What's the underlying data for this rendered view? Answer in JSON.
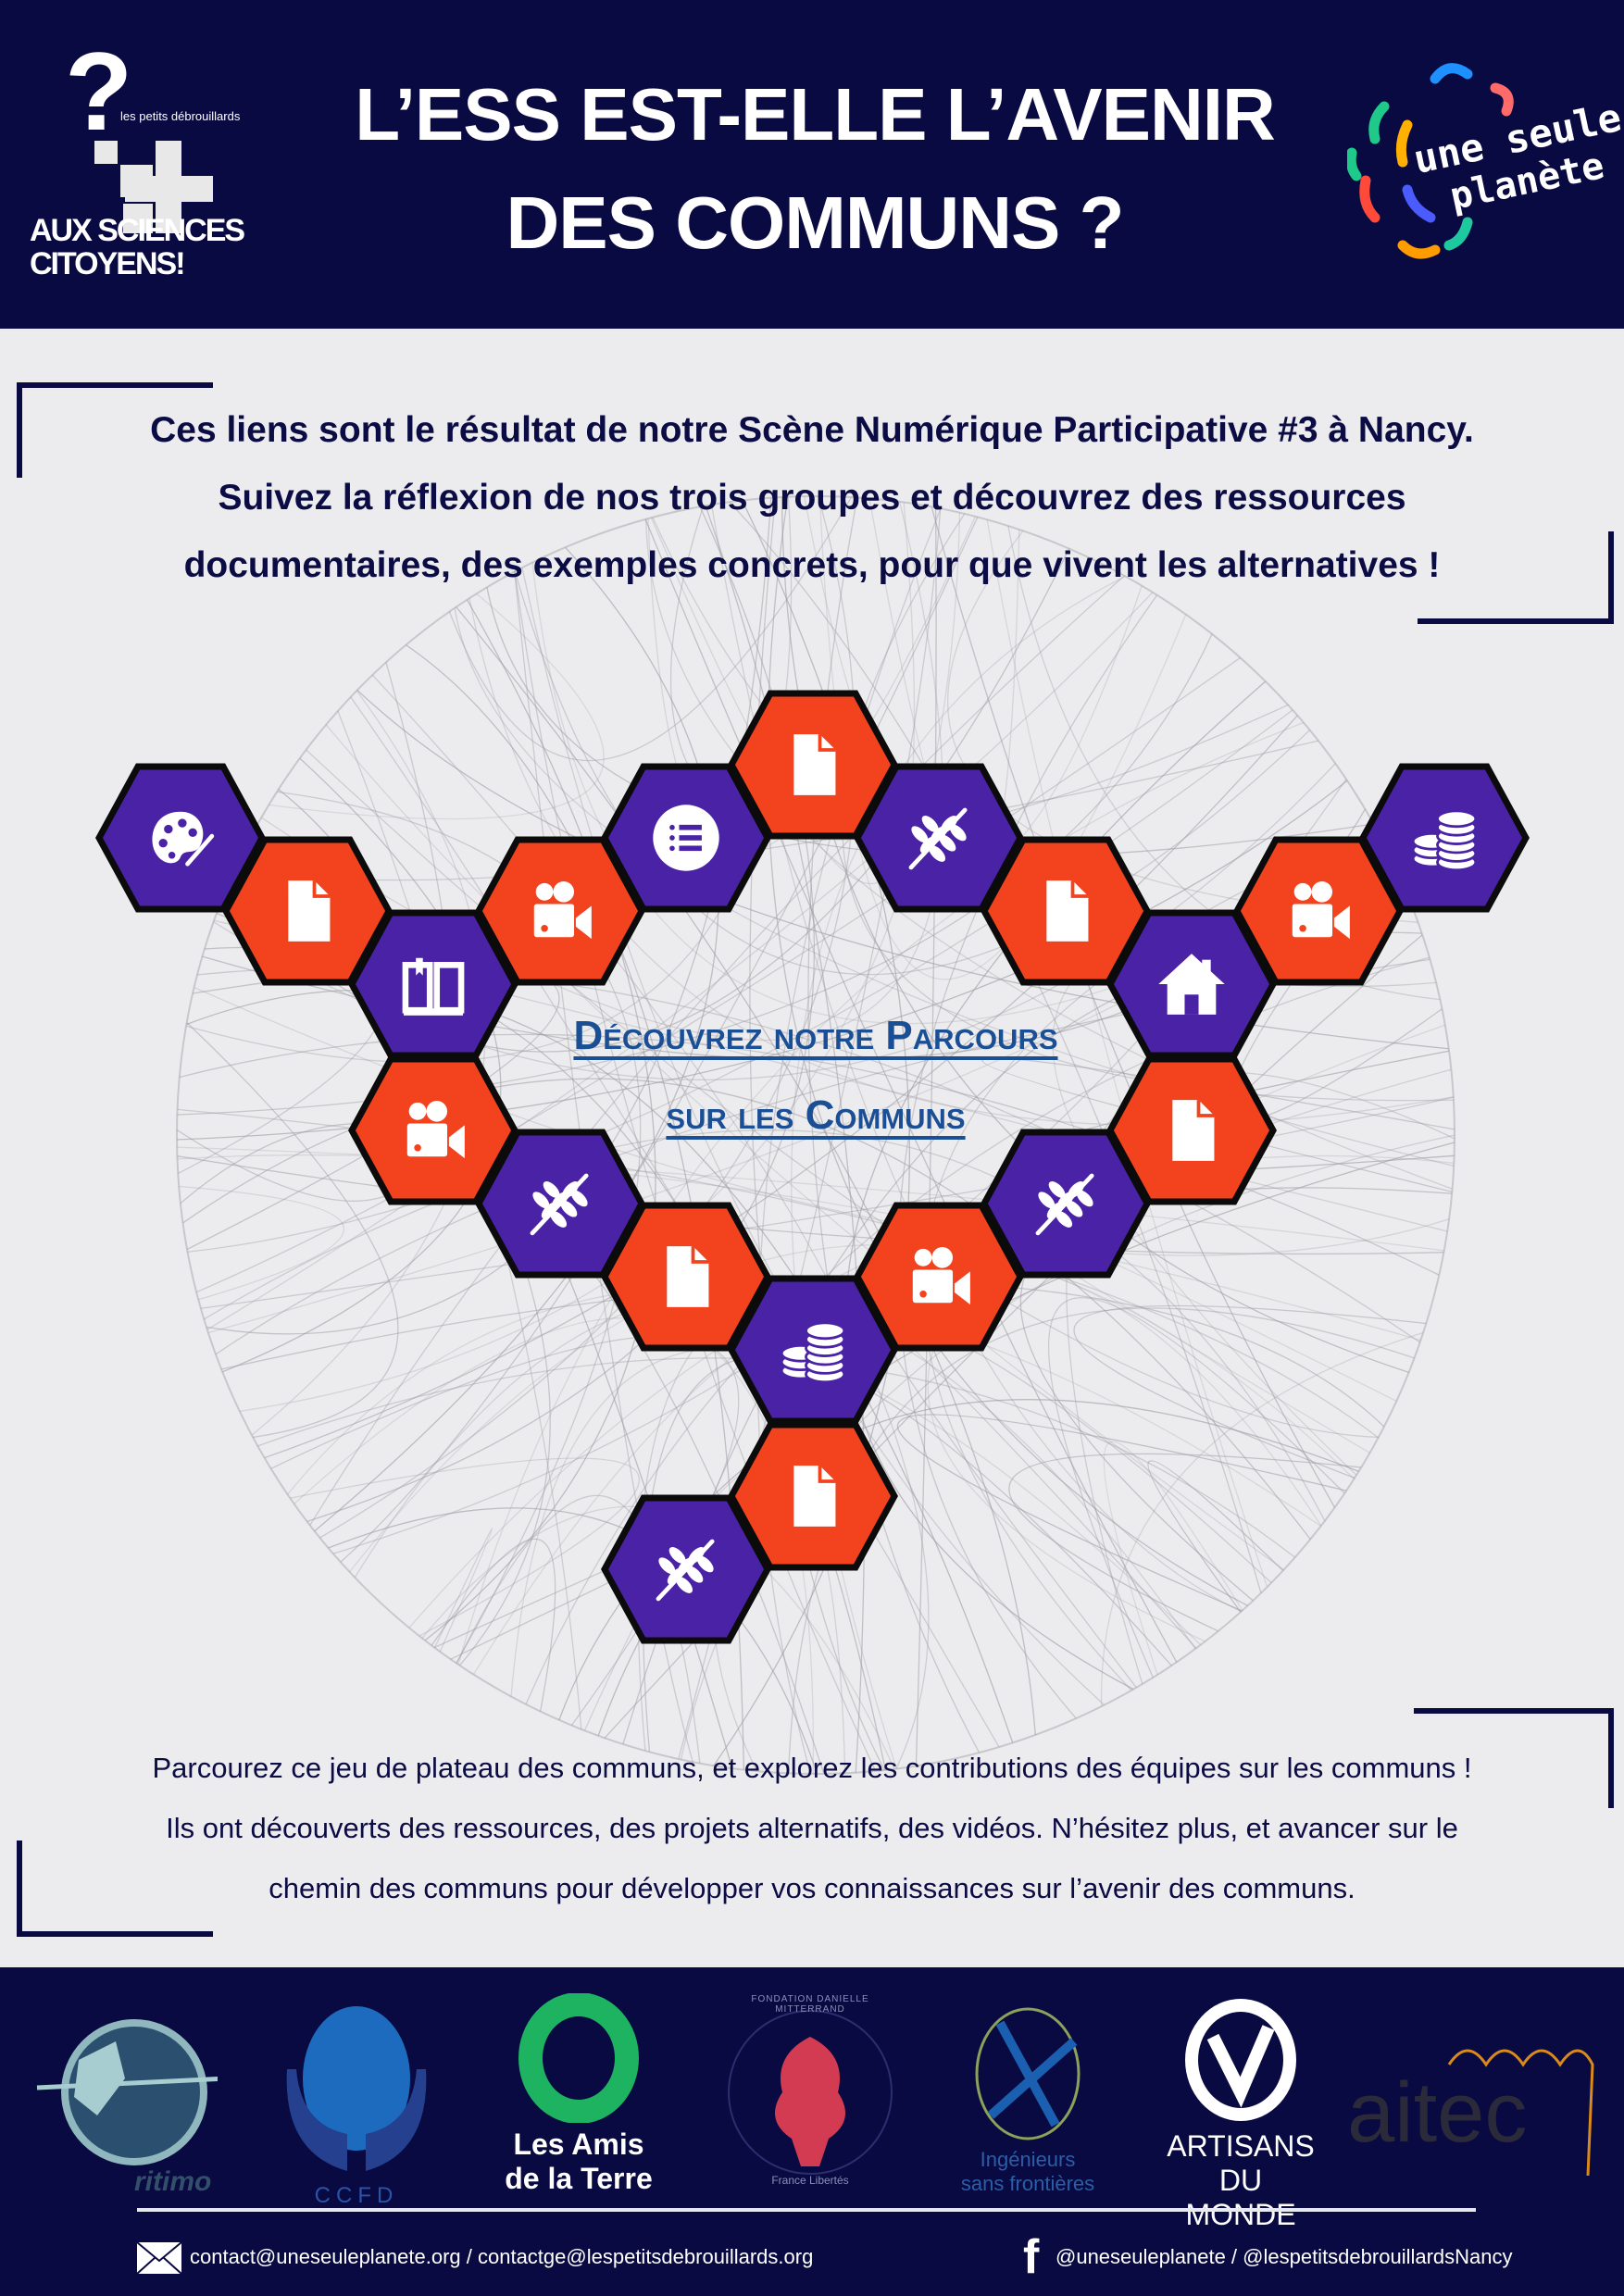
{
  "header": {
    "title_line1": "L’ESS EST-ELLE L’AVENIR",
    "title_line2": "DES COMMUNS ?",
    "left_logo": {
      "brand": "les petits débrouillards",
      "line1": "AUX SCIENCES",
      "line2": "CITOYENS!"
    },
    "right_logo": {
      "line1": "une seule",
      "line2": "planète"
    }
  },
  "intro": {
    "line1": "Ces liens sont le résultat de notre Scène Numérique Participative #3 à Nancy.",
    "line2": "Suivez la réflexion de nos trois groupes et découvrez des ressources",
    "line3": "documentaires, des exemples concrets, pour que vivent les alternatives !"
  },
  "board": {
    "cta_line1": "Découvrez notre Parcours",
    "cta_line2": "sur les Communs",
    "colors": {
      "purple": "#4a22a6",
      "red": "#f2421e",
      "border": "#0b0b0b"
    },
    "tiles": [
      {
        "color": "purple",
        "icon": "palette"
      },
      {
        "color": "red",
        "icon": "file"
      },
      {
        "color": "purple",
        "icon": "book"
      },
      {
        "color": "red",
        "icon": "video"
      },
      {
        "color": "purple",
        "icon": "list"
      },
      {
        "color": "red",
        "icon": "file"
      },
      {
        "color": "purple",
        "icon": "wheat"
      },
      {
        "color": "red",
        "icon": "file"
      },
      {
        "color": "purple",
        "icon": "house"
      },
      {
        "color": "red",
        "icon": "video"
      },
      {
        "color": "purple",
        "icon": "coins"
      },
      {
        "color": "red",
        "icon": "video"
      },
      {
        "color": "purple",
        "icon": "wheat"
      },
      {
        "color": "red",
        "icon": "file"
      },
      {
        "color": "purple",
        "icon": "coins"
      },
      {
        "color": "red",
        "icon": "video"
      },
      {
        "color": "purple",
        "icon": "wheat"
      },
      {
        "color": "red",
        "icon": "file"
      },
      {
        "color": "red",
        "icon": "file"
      },
      {
        "color": "purple",
        "icon": "wheat"
      }
    ]
  },
  "outro": {
    "line1": "Parcourez ce jeu de plateau des communs, et explorez les contributions des équipes sur les communs !",
    "line2": "Ils ont découverts des ressources, des projets alternatifs, des vidéos. N’hésitez plus, et avancer sur le",
    "line3": "chemin des communs pour développer vos connaissances sur l’avenir des communs."
  },
  "partners": {
    "ritimo": "ritimo",
    "ccfd": "CCFD",
    "amis_line1": "Les Amis",
    "amis_line2": "de la Terre",
    "fondation": "FONDATION DANIELLE MITTERRAND",
    "fondation_sub": "France Libertés",
    "isf_line1": "Ingénieurs",
    "isf_line2": "sans frontières",
    "artisans_line1": "ARTISANS",
    "artisans_line2": "DU MONDE",
    "aitec": "aitec"
  },
  "footer": {
    "email": "contact@uneseuleplanete.org / contactge@lespetitsdebrouillards.org",
    "facebook": "@uneseuleplanete / @lespetitsdebrouillardsNancy"
  }
}
